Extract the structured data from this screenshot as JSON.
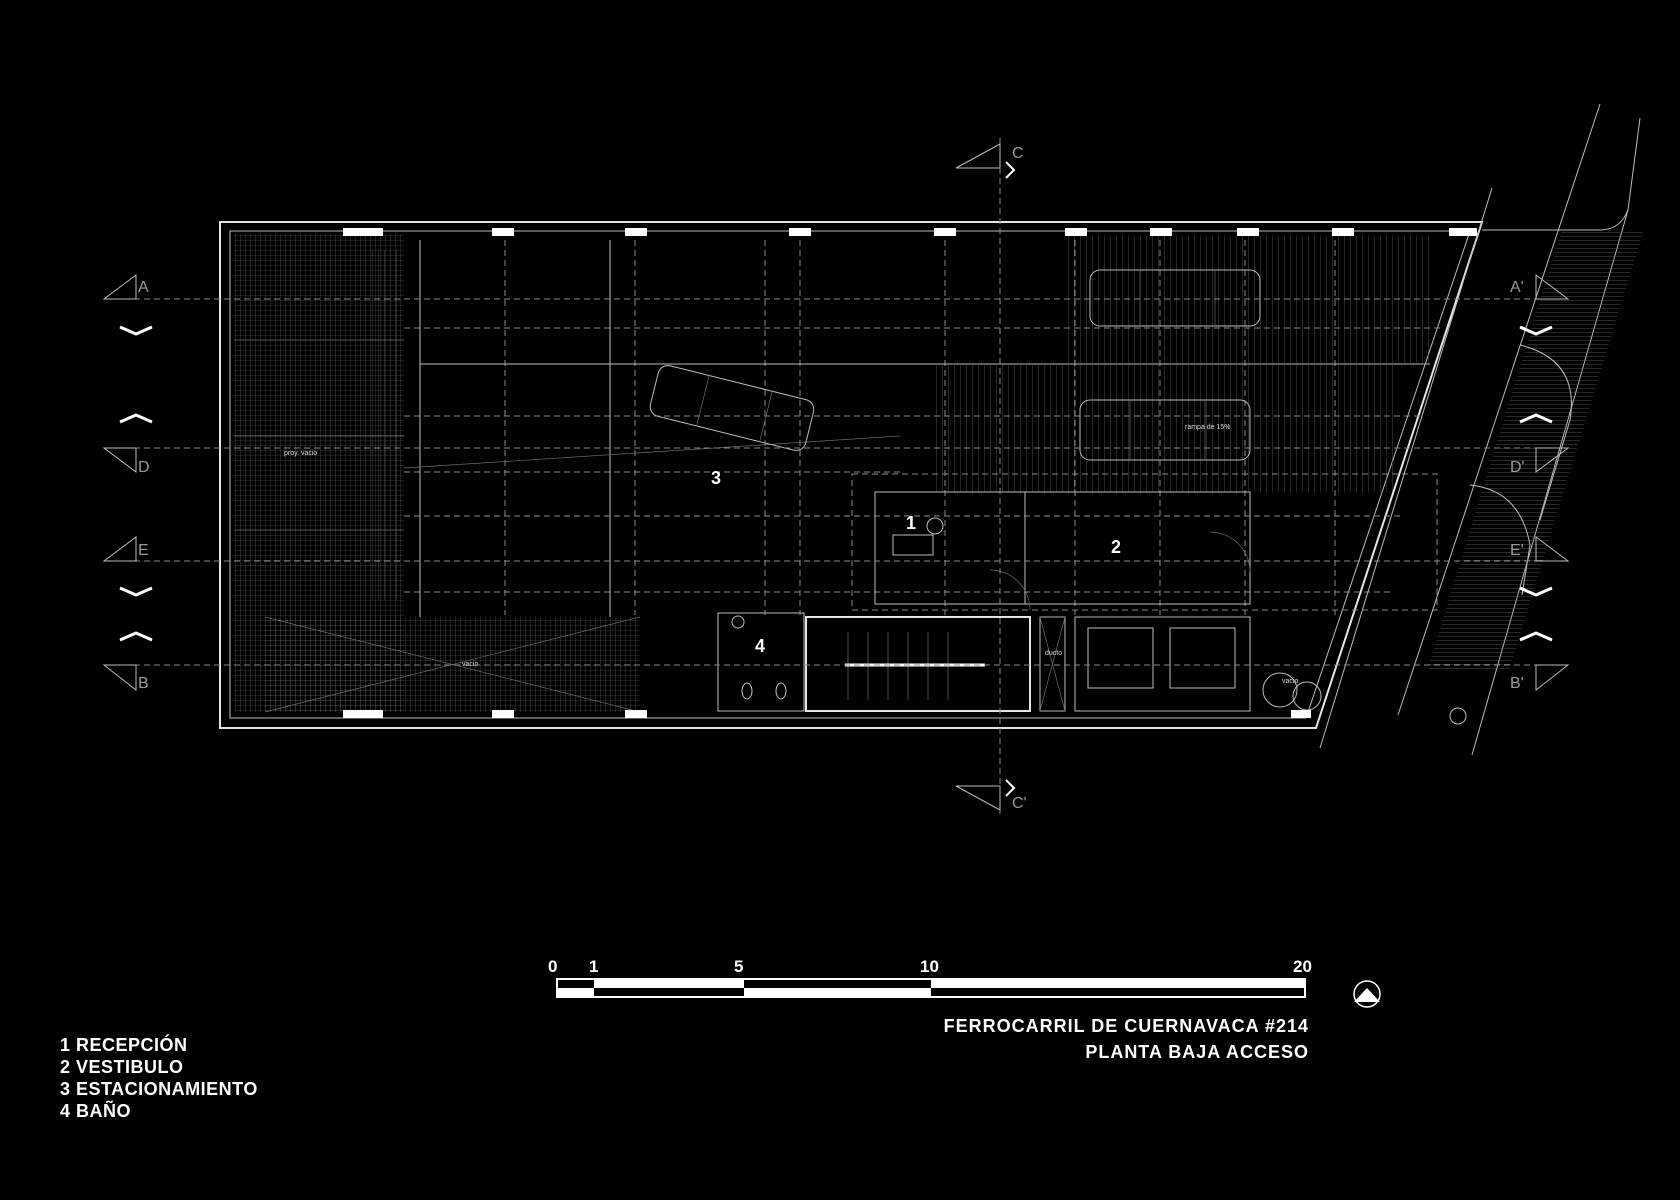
{
  "rooms": [
    {
      "number": "1"
    },
    {
      "number": "2"
    },
    {
      "number": "3"
    },
    {
      "number": "4"
    }
  ],
  "legend": [
    "1 RECEPCIÓN",
    "2 VESTIBULO",
    "3 ESTACIONAMIENTO",
    "4 BAÑO"
  ],
  "title": {
    "line1": "FERROCARRIL DE CUERNAVACA #214",
    "line2": "PLANTA BAJA ACCESO"
  },
  "scale_bar": {
    "labels": [
      "0",
      "1",
      "5",
      "10",
      "20"
    ]
  },
  "annotations": {
    "ramp": "rampa de 15%",
    "void_1": "proy. vacio",
    "void_2": "vacio",
    "void_3": "vacio",
    "duct": "ducto"
  },
  "section_marks": {
    "left": [
      "A",
      "D",
      "E",
      "B"
    ],
    "right": [
      "A'",
      "D'",
      "E'",
      "B'"
    ],
    "top": "C",
    "bottom": "C'"
  },
  "colors": {
    "background": "#000000",
    "lines": "#bdbdbd",
    "text": "#ffffff"
  }
}
